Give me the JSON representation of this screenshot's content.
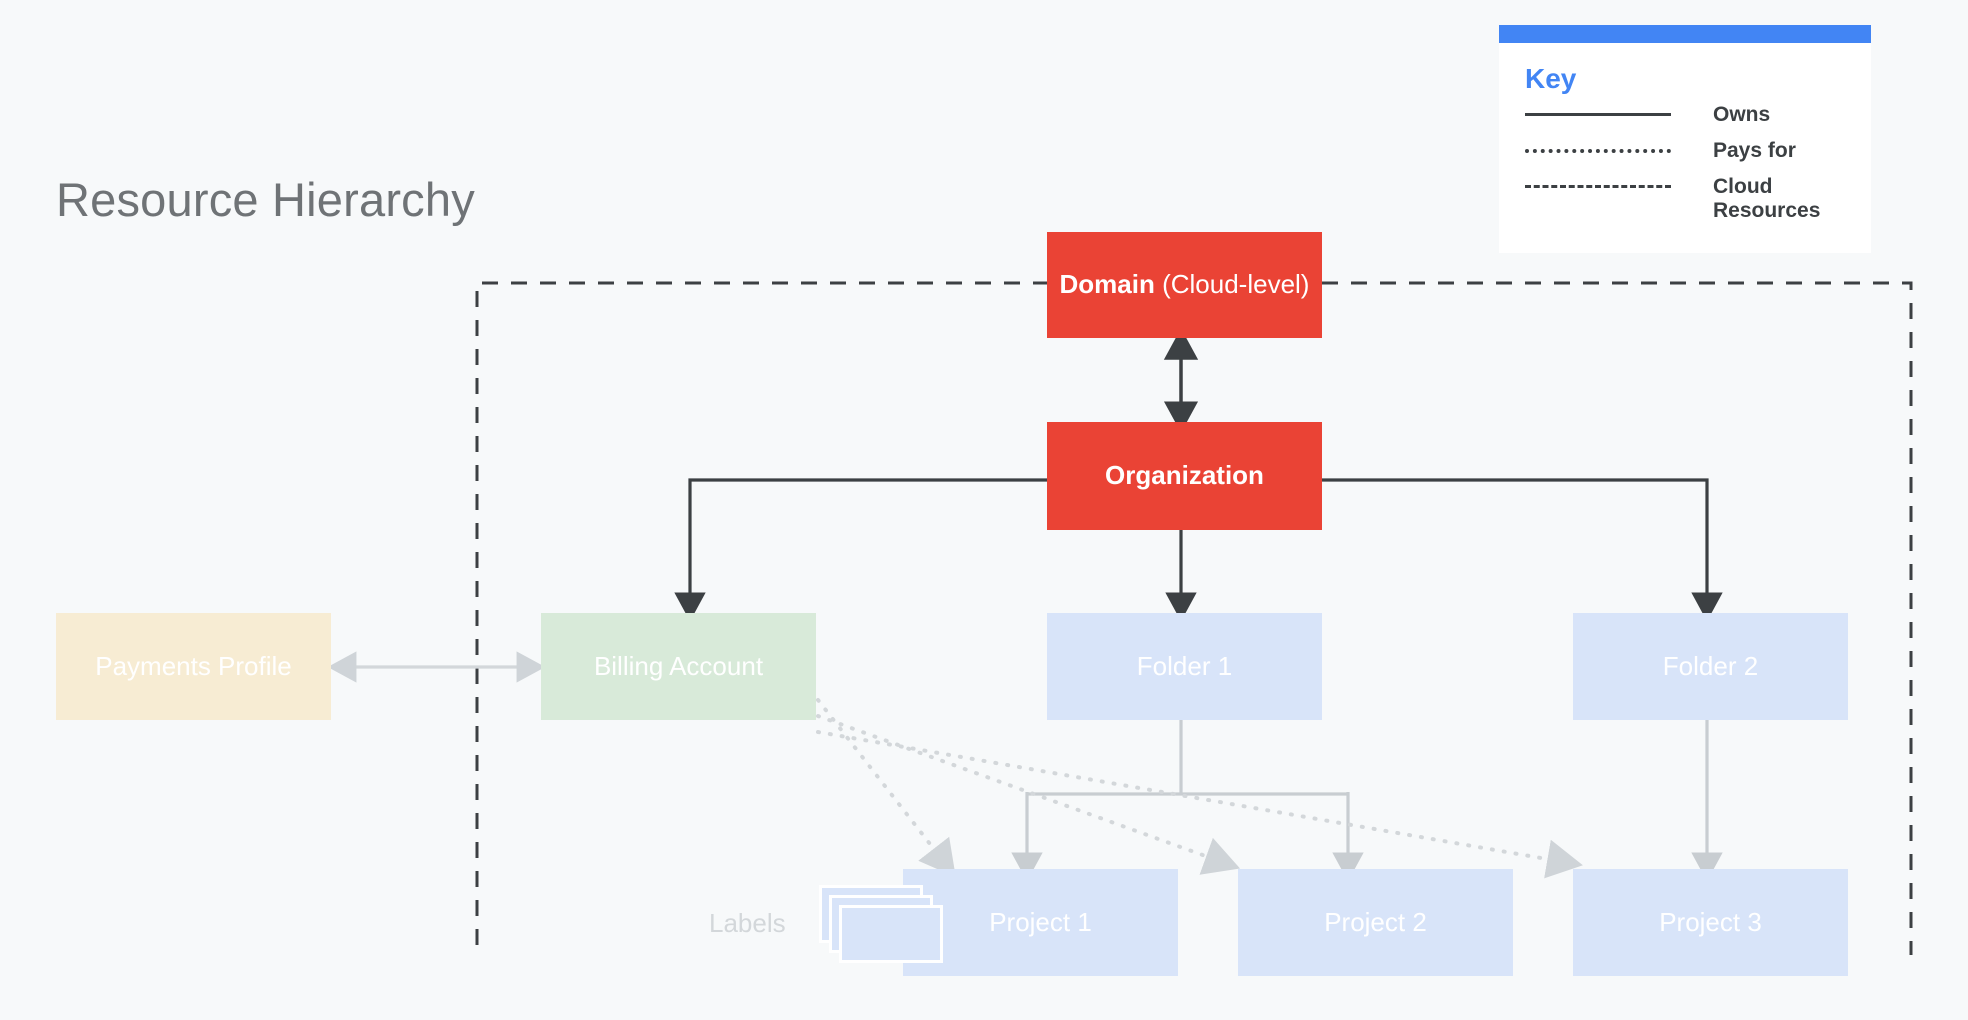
{
  "page": {
    "title": "Resource Hierarchy",
    "background_color": "#f7f9fa",
    "title_color": "#6f7376"
  },
  "legend": {
    "heading": "Key",
    "heading_color": "#4285f4",
    "topbar_color": "#4285f4",
    "rows": [
      {
        "style": "solid",
        "label": "Owns"
      },
      {
        "style": "dotted",
        "label": "Pays for"
      },
      {
        "style": "dashed",
        "label": "Cloud Resources"
      }
    ]
  },
  "diagram": {
    "boundary": {
      "name": "cloud-resources-boundary",
      "style": "dashed",
      "color": "#3c4043"
    },
    "nodes": {
      "domain": {
        "label_bold": "Domain",
        "label_light": " (Cloud-level)",
        "color": "#ea4335",
        "text_color": "#ffffff"
      },
      "organization": {
        "label": "Organization",
        "color": "#ea4335",
        "text_color": "#ffffff"
      },
      "payments_profile": {
        "label": "Payments Profile",
        "color": "#f7ecd3",
        "text_color": "#ffffff"
      },
      "billing_account": {
        "label": "Billing Account",
        "color": "#d8ead9",
        "text_color": "#ffffff"
      },
      "folder_1": {
        "label": "Folder 1",
        "color": "#d8e4f9",
        "text_color": "#ffffff"
      },
      "folder_2": {
        "label": "Folder 2",
        "color": "#d8e4f9",
        "text_color": "#ffffff"
      },
      "project_1": {
        "label": "Project 1",
        "color": "#d8e4f9",
        "text_color": "#ffffff"
      },
      "project_2": {
        "label": "Project 2",
        "color": "#d8e4f9",
        "text_color": "#ffffff"
      },
      "project_3": {
        "label": "Project 3",
        "color": "#d8e4f9",
        "text_color": "#ffffff"
      },
      "labels": {
        "label": "Labels",
        "icon": "labels-stack-icon",
        "text_color": "#d3d7da",
        "color": "#d8e4f9"
      }
    },
    "edges": [
      {
        "from": "domain",
        "to": "organization",
        "type": "owns",
        "arrow": "double",
        "color": "#3c4043"
      },
      {
        "from": "organization",
        "to": "billing_account",
        "type": "owns",
        "color": "#3c4043"
      },
      {
        "from": "organization",
        "to": "folder_1",
        "type": "owns",
        "color": "#3c4043"
      },
      {
        "from": "organization",
        "to": "folder_2",
        "type": "owns",
        "color": "#3c4043"
      },
      {
        "from": "payments_profile",
        "to": "billing_account",
        "type": "owns",
        "arrow": "double",
        "color": "#d3d7da"
      },
      {
        "from": "folder_1",
        "to": "project_1",
        "type": "owns",
        "color": "#c8cdd1"
      },
      {
        "from": "folder_1",
        "to": "project_2",
        "type": "owns",
        "color": "#c8cdd1"
      },
      {
        "from": "folder_2",
        "to": "project_3",
        "type": "owns",
        "color": "#c8cdd1"
      },
      {
        "from": "billing_account",
        "to": "project_1",
        "type": "pays-for",
        "color": "#d3d7da"
      },
      {
        "from": "billing_account",
        "to": "project_2",
        "type": "pays-for",
        "color": "#d3d7da"
      },
      {
        "from": "billing_account",
        "to": "project_3",
        "type": "pays-for",
        "color": "#d3d7da"
      }
    ]
  }
}
